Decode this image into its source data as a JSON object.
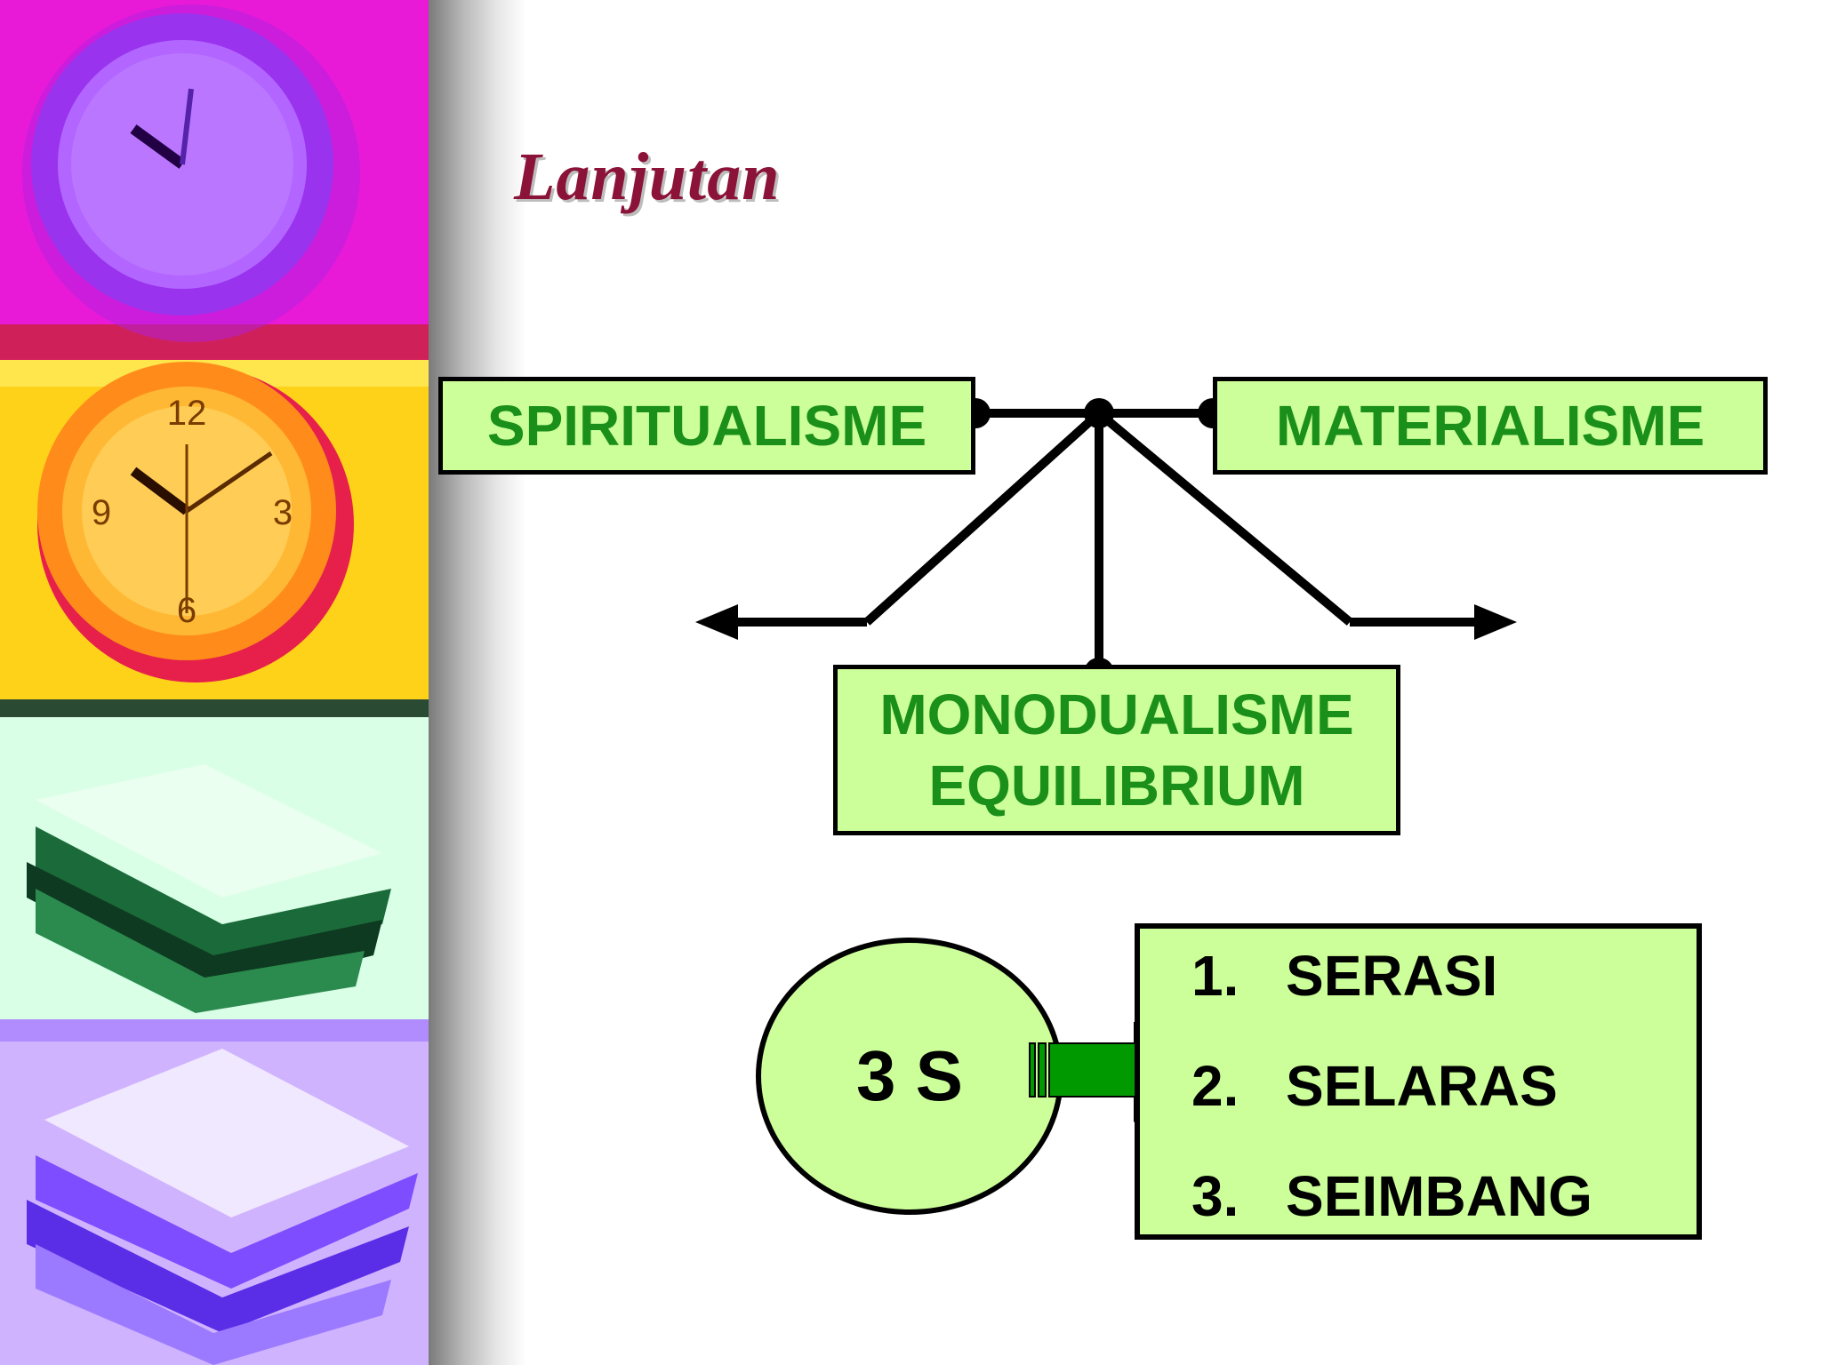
{
  "slide": {
    "title": "Lanjutan"
  },
  "diagram": {
    "spiritualisme": "SPIRITUALISME",
    "materialisme": "MATERIALISME",
    "monodualisme_line1": "MONODUALISME",
    "monodualisme_line2": "EQUILIBRIUM"
  },
  "three_s": {
    "circle_label": "3 S",
    "items": [
      {
        "number": "1.",
        "label": "SERASI"
      },
      {
        "number": "2.",
        "label": "SELARAS"
      },
      {
        "number": "3.",
        "label": "SEIMBANG"
      }
    ]
  },
  "colors": {
    "box_fill": "#ccff99",
    "box_text": "#1a8f1a",
    "arrow_fill": "#009900",
    "title": "#8b1238"
  }
}
